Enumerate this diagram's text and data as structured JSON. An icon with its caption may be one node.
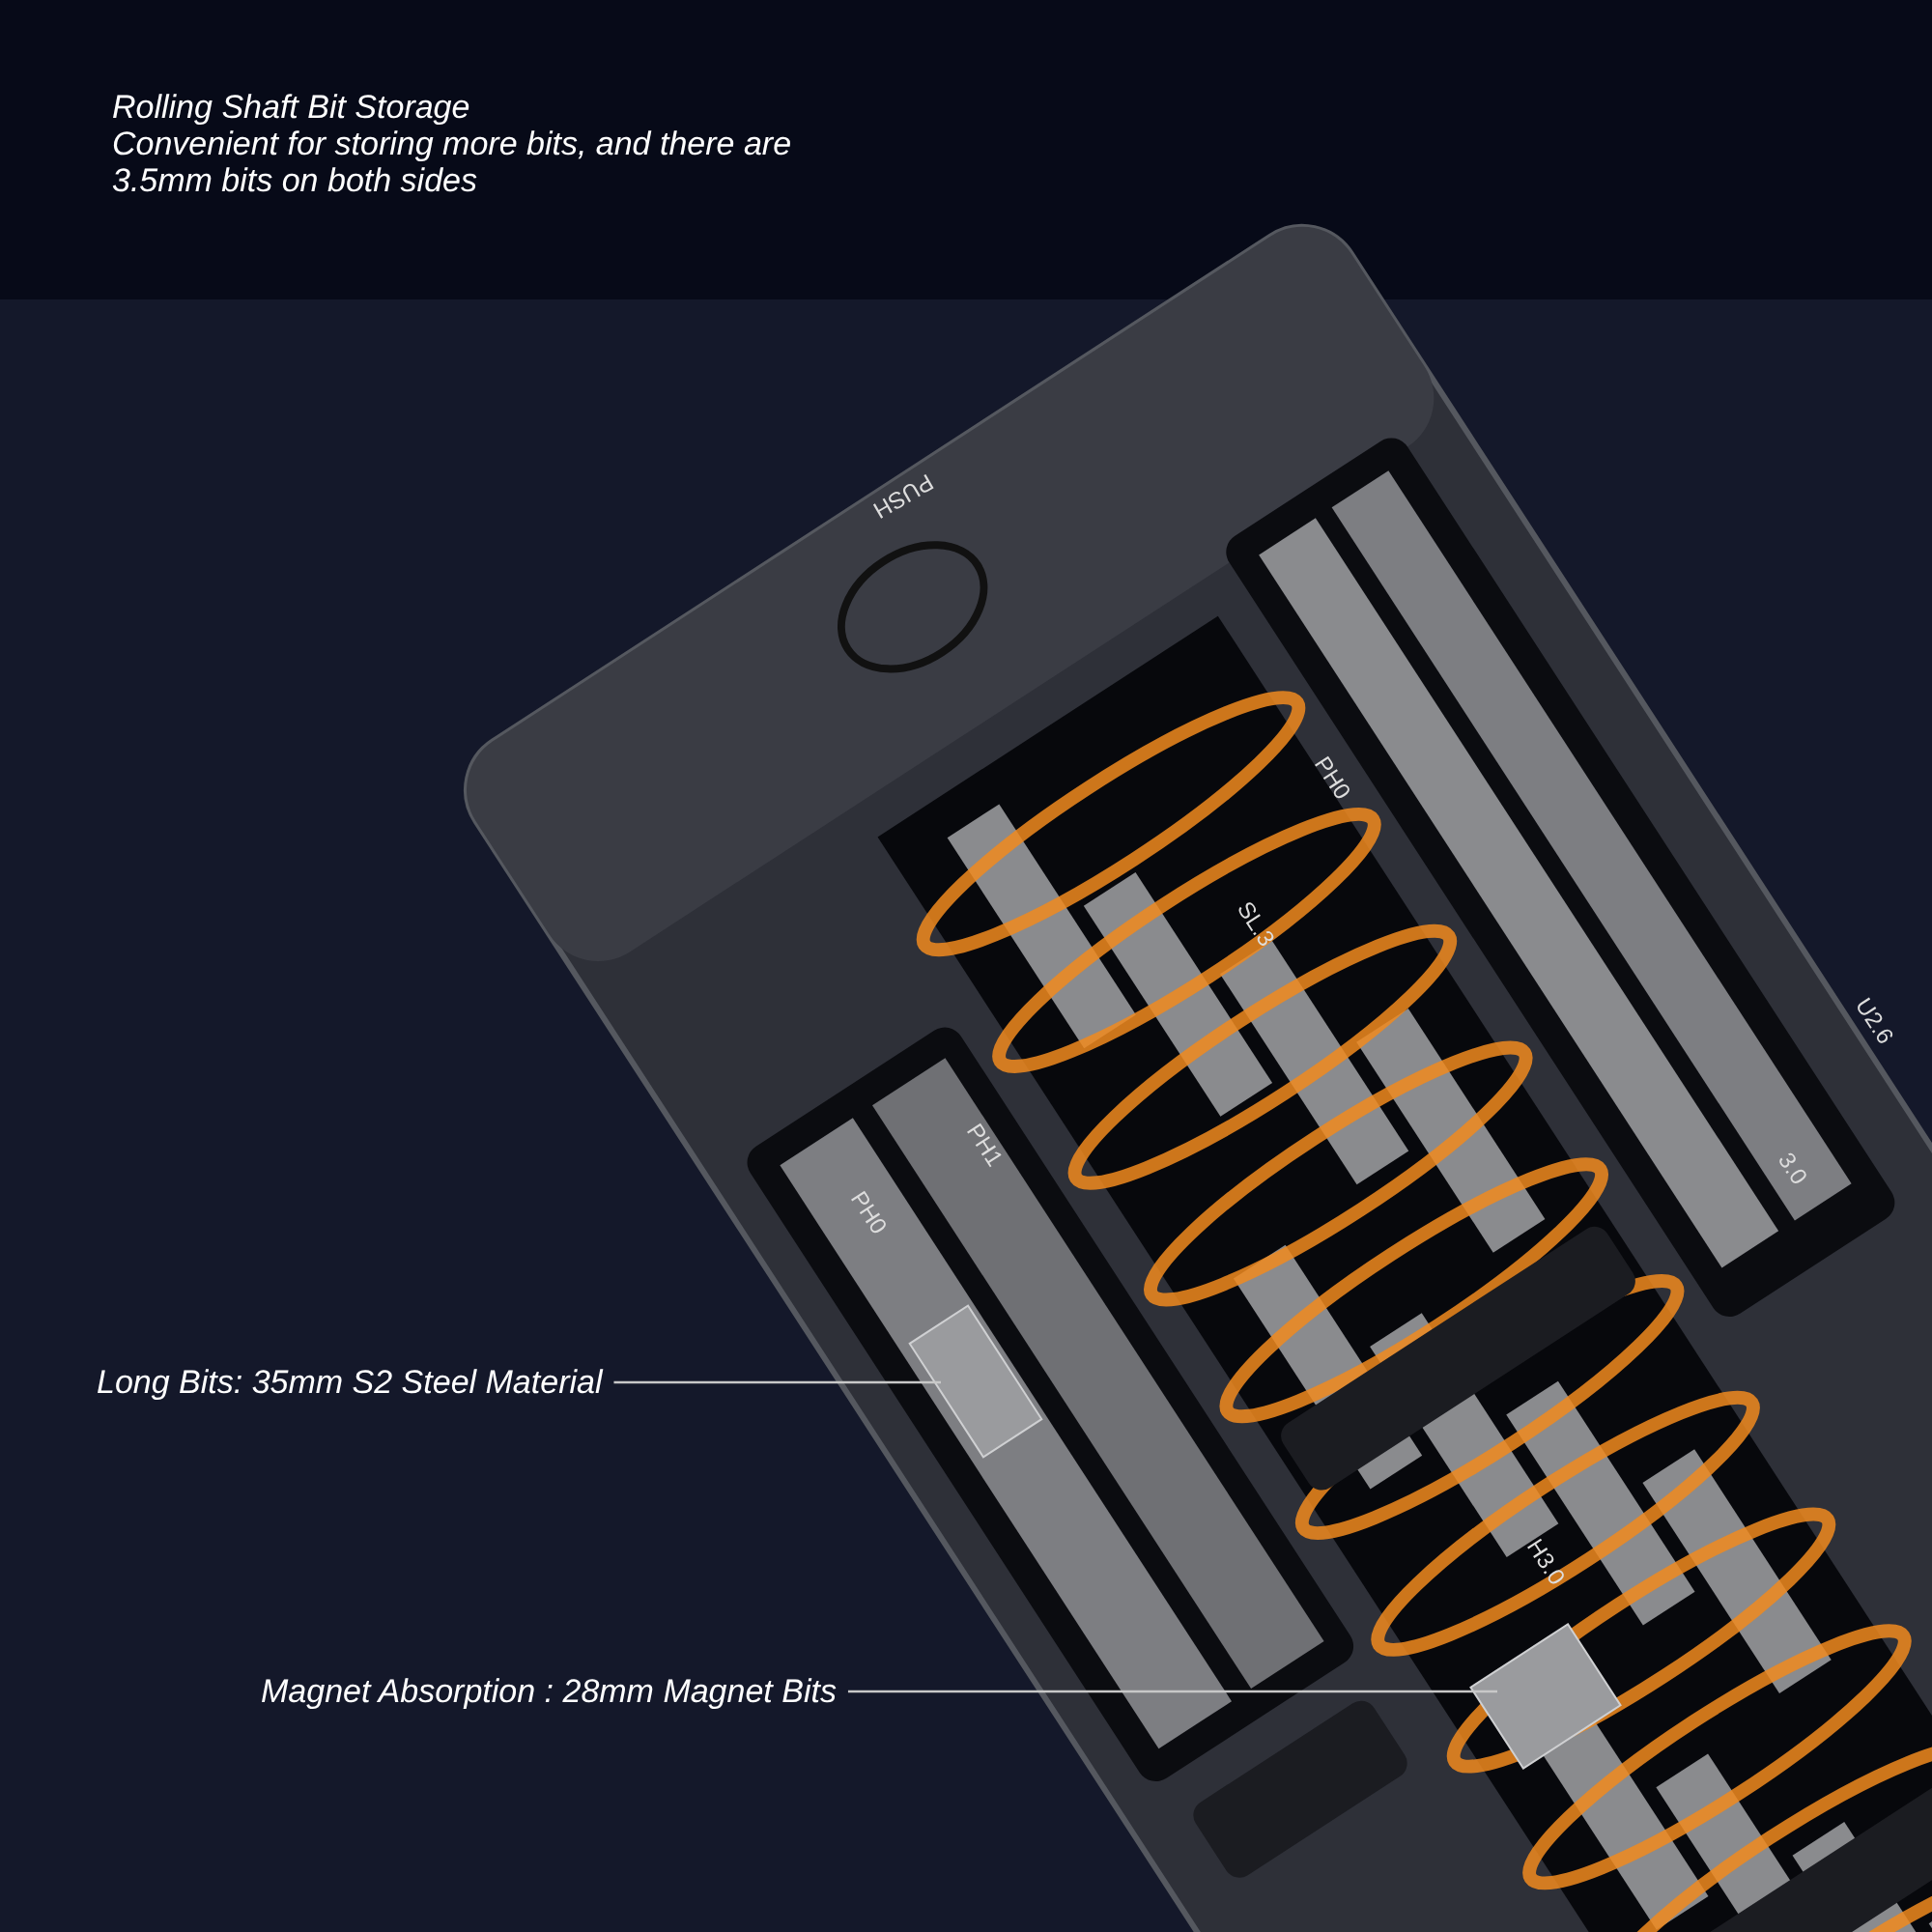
{
  "diagram": {
    "title": "Rolling Shaft Bit Storage",
    "nodes": [
      {
        "text": [
          "Long Bits: 35mm S2 Steel Material"
        ]
      },
      {
        "text": [],
        "shape": "box"
      },
      {
        "text": [
          "Magnet Absorption : 28mm Magnet Bits"
        ]
      },
      {
        "text": [],
        "shape": "box"
      }
    ],
    "edges": [
      {
        "from": 0,
        "to": 1,
        "arrow": "none"
      },
      {
        "from": 2,
        "to": 3,
        "arrow": "none"
      }
    ],
    "labels": [
      "Convenient for storing more bits, and there are 3.5mm bits on both sides",
      "PUSH",
      "U2.6",
      "3.0",
      "PH0",
      "SL.3",
      "PH1",
      "PH0",
      "H3.0"
    ]
  }
}
